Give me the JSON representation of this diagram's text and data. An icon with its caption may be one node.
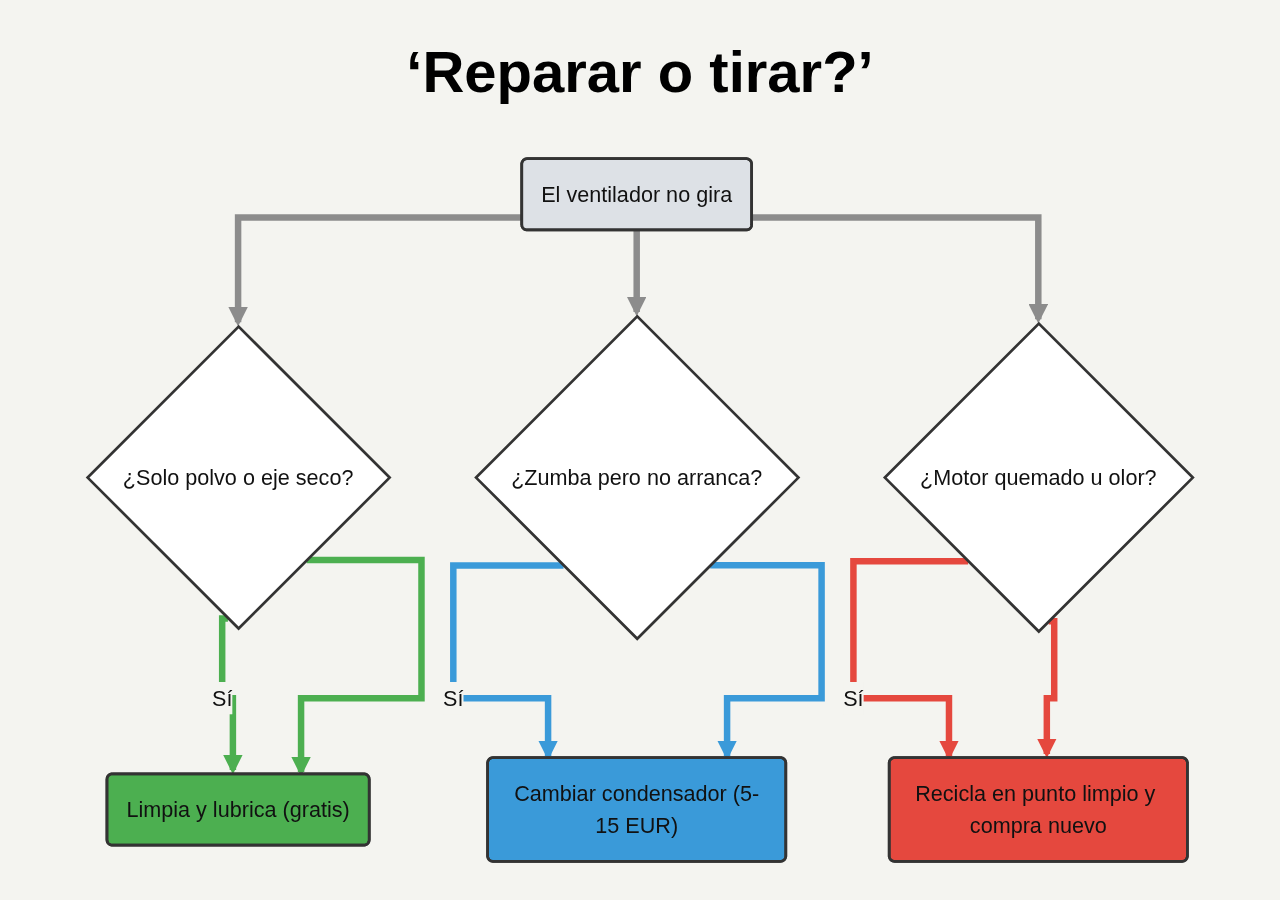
{
  "diagram": {
    "title": "‘Reparar o tirar?’",
    "nodes": [
      {
        "text": [
          "El ventilador no gira"
        ]
      },
      {
        "text": [
          "¿Solo polvo o eje seco?"
        ]
      },
      {
        "text": [
          "¿Zumba pero no arranca?"
        ]
      },
      {
        "text": [
          "¿Motor quemado u olor?"
        ]
      },
      {
        "text": [
          "Limpia y lubrica (gratis)"
        ]
      },
      {
        "text": [
          "Cambiar condensador (5-15 EUR)"
        ]
      },
      {
        "text": [
          "Recicla en punto limpio y compra nuevo"
        ]
      }
    ],
    "edges": [
      {
        "from": 0,
        "to": 1,
        "arrow": "to"
      },
      {
        "from": 0,
        "to": 2,
        "arrow": "to"
      },
      {
        "from": 0,
        "to": 3,
        "arrow": "to"
      },
      {
        "from": 1,
        "to": 4,
        "arrow": "to",
        "label": "Sí",
        "color": "#4caf50"
      },
      {
        "from": 1,
        "to": 4,
        "arrow": "to",
        "color": "#4caf50"
      },
      {
        "from": 2,
        "to": 5,
        "arrow": "to",
        "label": "Sí",
        "color": "#3a9ad9"
      },
      {
        "from": 2,
        "to": 5,
        "arrow": "to",
        "color": "#3a9ad9"
      },
      {
        "from": 3,
        "to": 6,
        "arrow": "to",
        "label": "Sí",
        "color": "#e5483e"
      },
      {
        "from": 3,
        "to": 6,
        "arrow": "to",
        "color": "#e5483e"
      }
    ]
  }
}
